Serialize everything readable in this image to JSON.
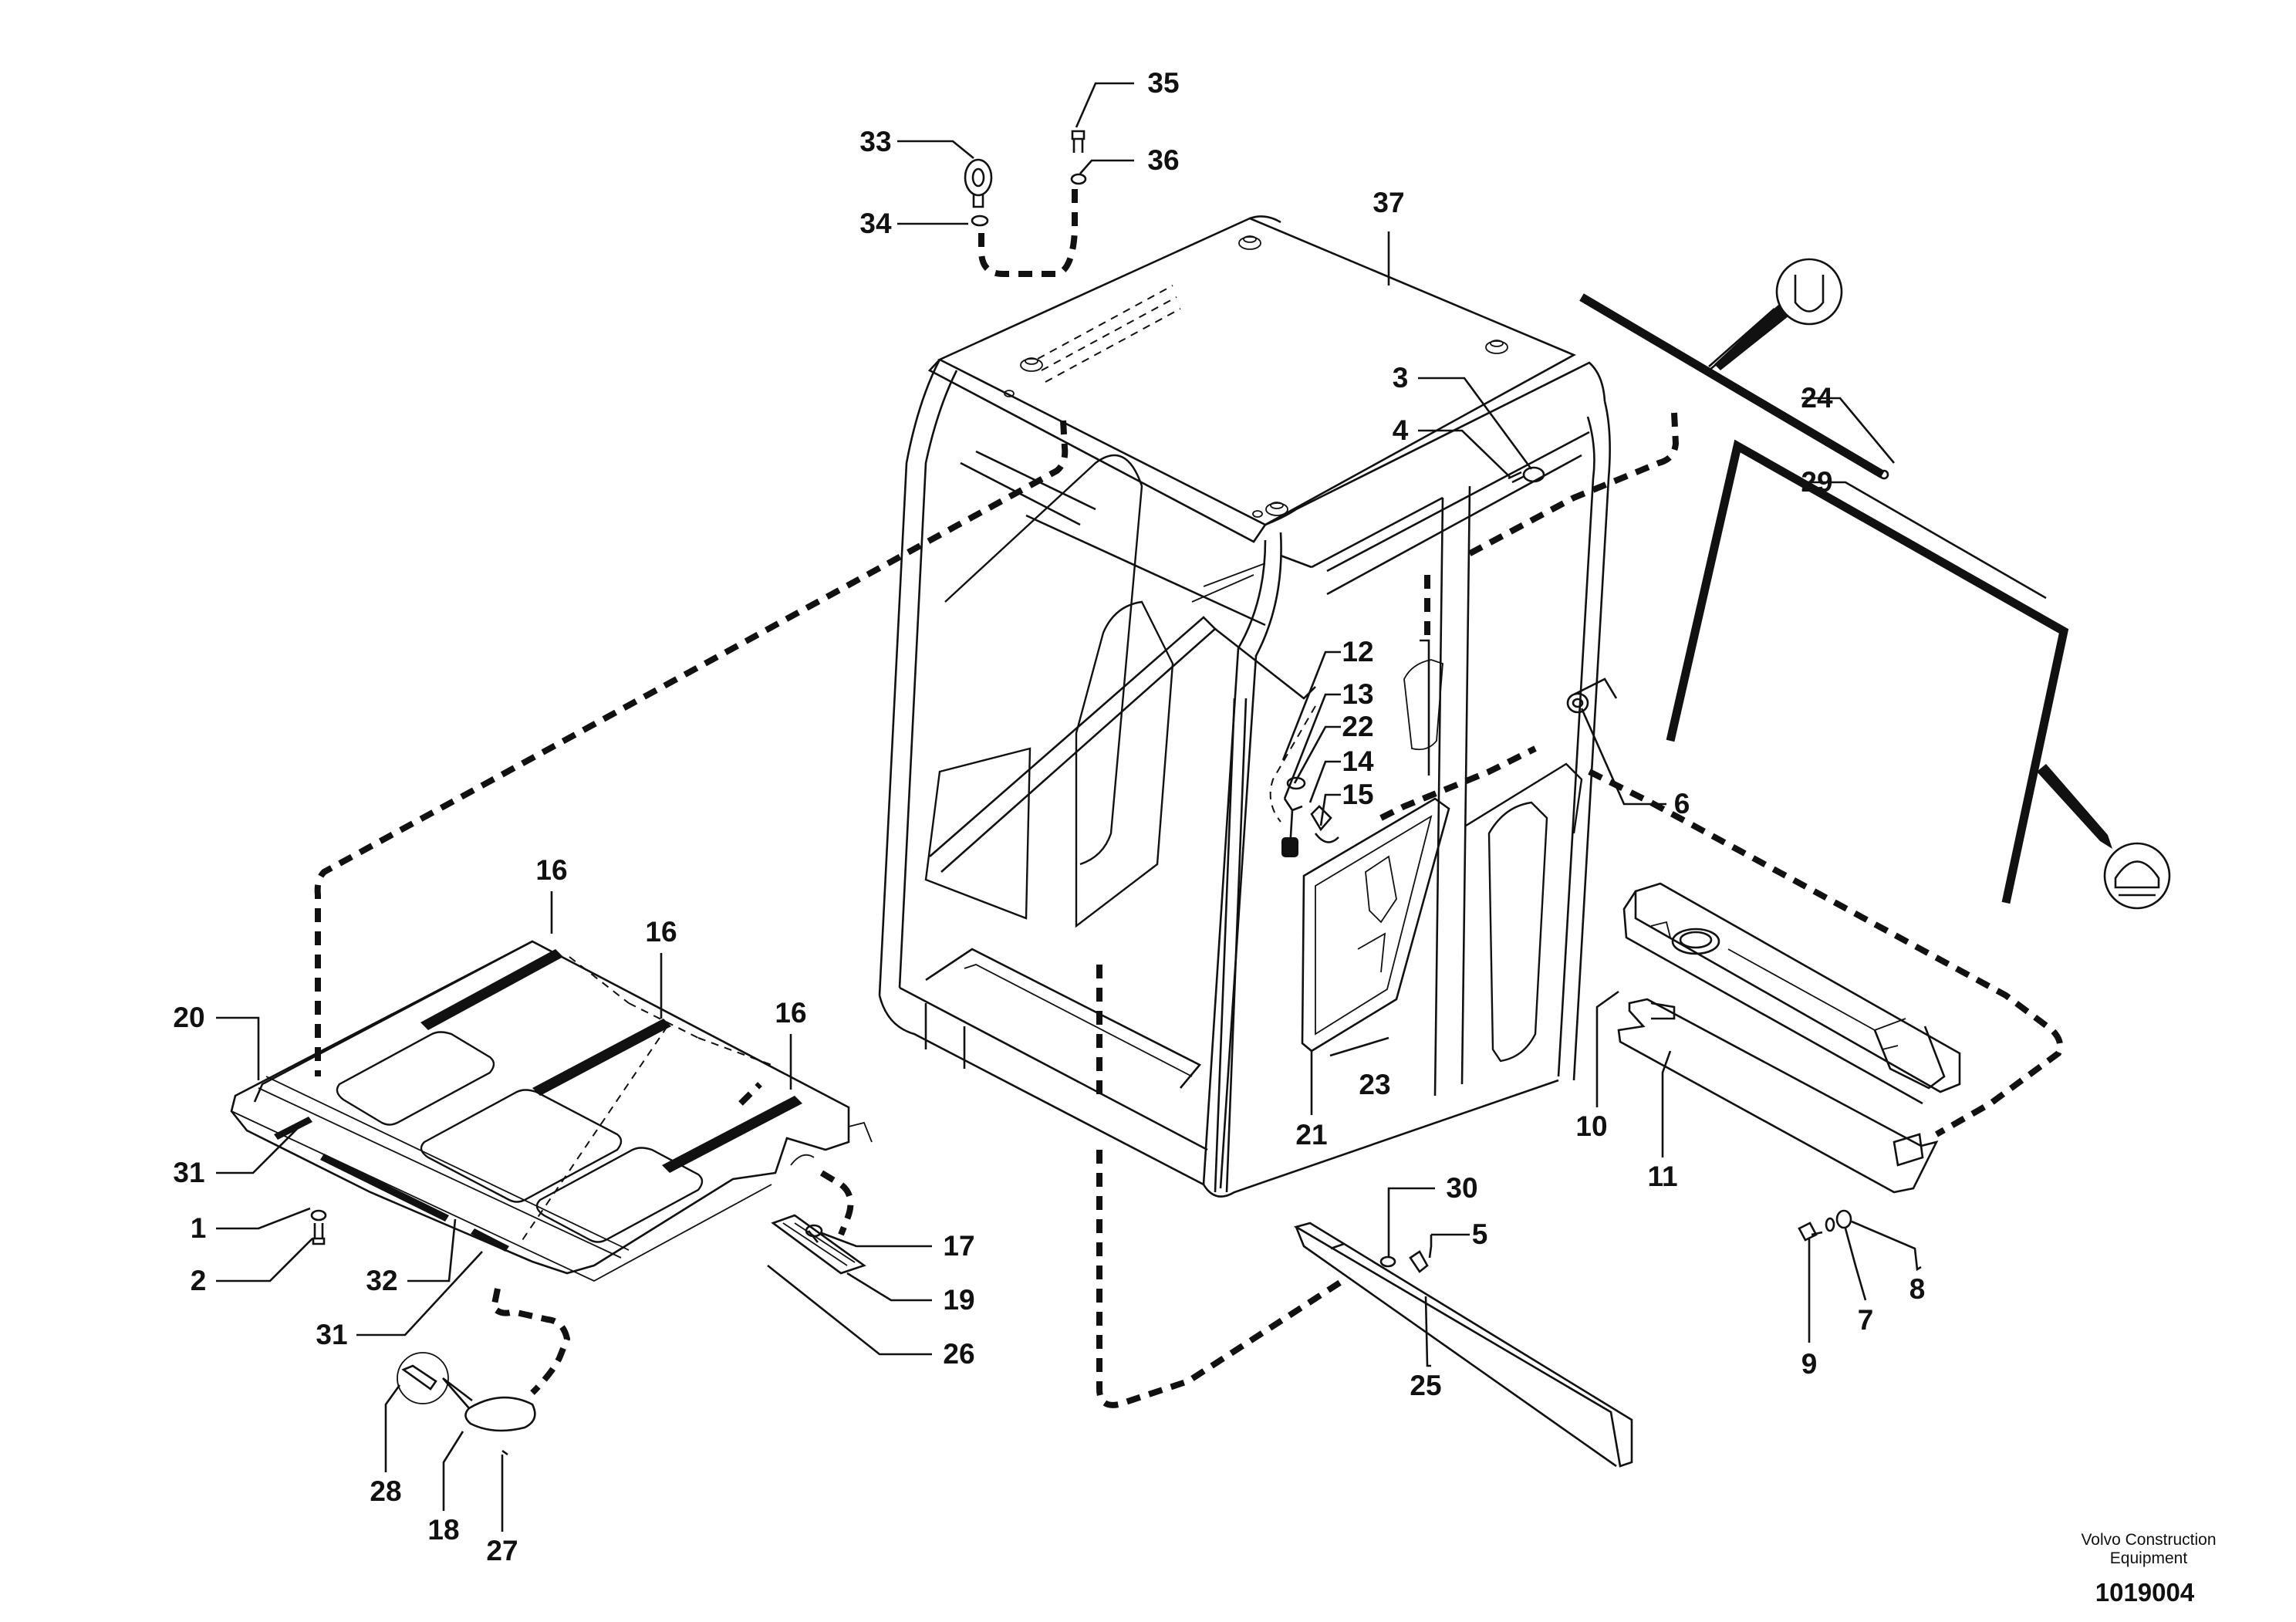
{
  "diagram": {
    "callouts": {
      "c1": "1",
      "c2": "2",
      "c3": "3",
      "c4": "4",
      "c5": "5",
      "c6": "6",
      "c7": "7",
      "c8": "8",
      "c9": "9",
      "c10": "10",
      "c11": "11",
      "c12": "12",
      "c13": "13",
      "c14": "14",
      "c15": "15",
      "c16a": "16",
      "c16b": "16",
      "c16c": "16",
      "c17": "17",
      "c18": "18",
      "c19": "19",
      "c20": "20",
      "c21": "21",
      "c22": "22",
      "c23": "23",
      "c24": "24",
      "c25": "25",
      "c26": "26",
      "c27": "27",
      "c28": "28",
      "c29": "29",
      "c30": "30",
      "c31a": "31",
      "c31b": "31",
      "c32": "32",
      "c33": "33",
      "c34": "34",
      "c35": "35",
      "c36": "36",
      "c37": "37"
    },
    "symbols": [
      "u-channel-seal-icon",
      "rubber-profile-seal-icon"
    ],
    "company_line1": "Volvo Construction",
    "company_line2": "Equipment",
    "drawing_number": "1019004"
  }
}
